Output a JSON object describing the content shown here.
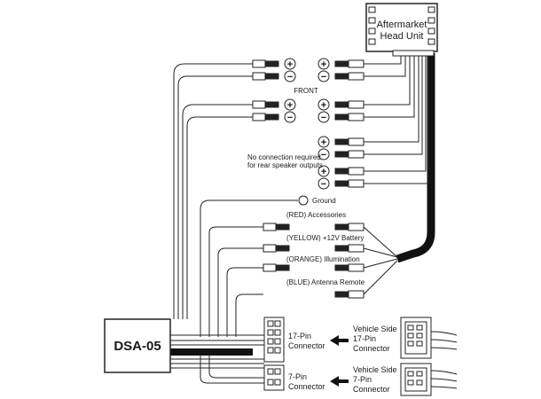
{
  "head_unit": {
    "label_line1": "Aftermarket",
    "label_line2": "Head Unit"
  },
  "module": {
    "label": "DSA-05"
  },
  "speakers": {
    "group_label": "FRONT",
    "note_line1": "No connection required",
    "note_line2": "for rear speaker outputs",
    "plus_symbol": "+",
    "minus_symbol": "−"
  },
  "wires": {
    "ground": "Ground",
    "accessories": "(RED) Accessories",
    "battery": "(YELLOW) +12V Battery",
    "illumination": "(ORANGE) Illumination",
    "antenna": "(BLUE) Antenna Remote"
  },
  "connectors": {
    "pin17_line1": "17-Pin",
    "pin17_line2": "Connector",
    "pin7_line1": "7-Pin",
    "pin7_line2": "Connector",
    "vehicle17_line1": "Vehicle Side",
    "vehicle17_line2": "17-Pin",
    "vehicle17_line3": "Connector",
    "vehicle7_line1": "Vehicle Side",
    "vehicle7_line2": "7-Pin",
    "vehicle7_line3": "Connector"
  }
}
